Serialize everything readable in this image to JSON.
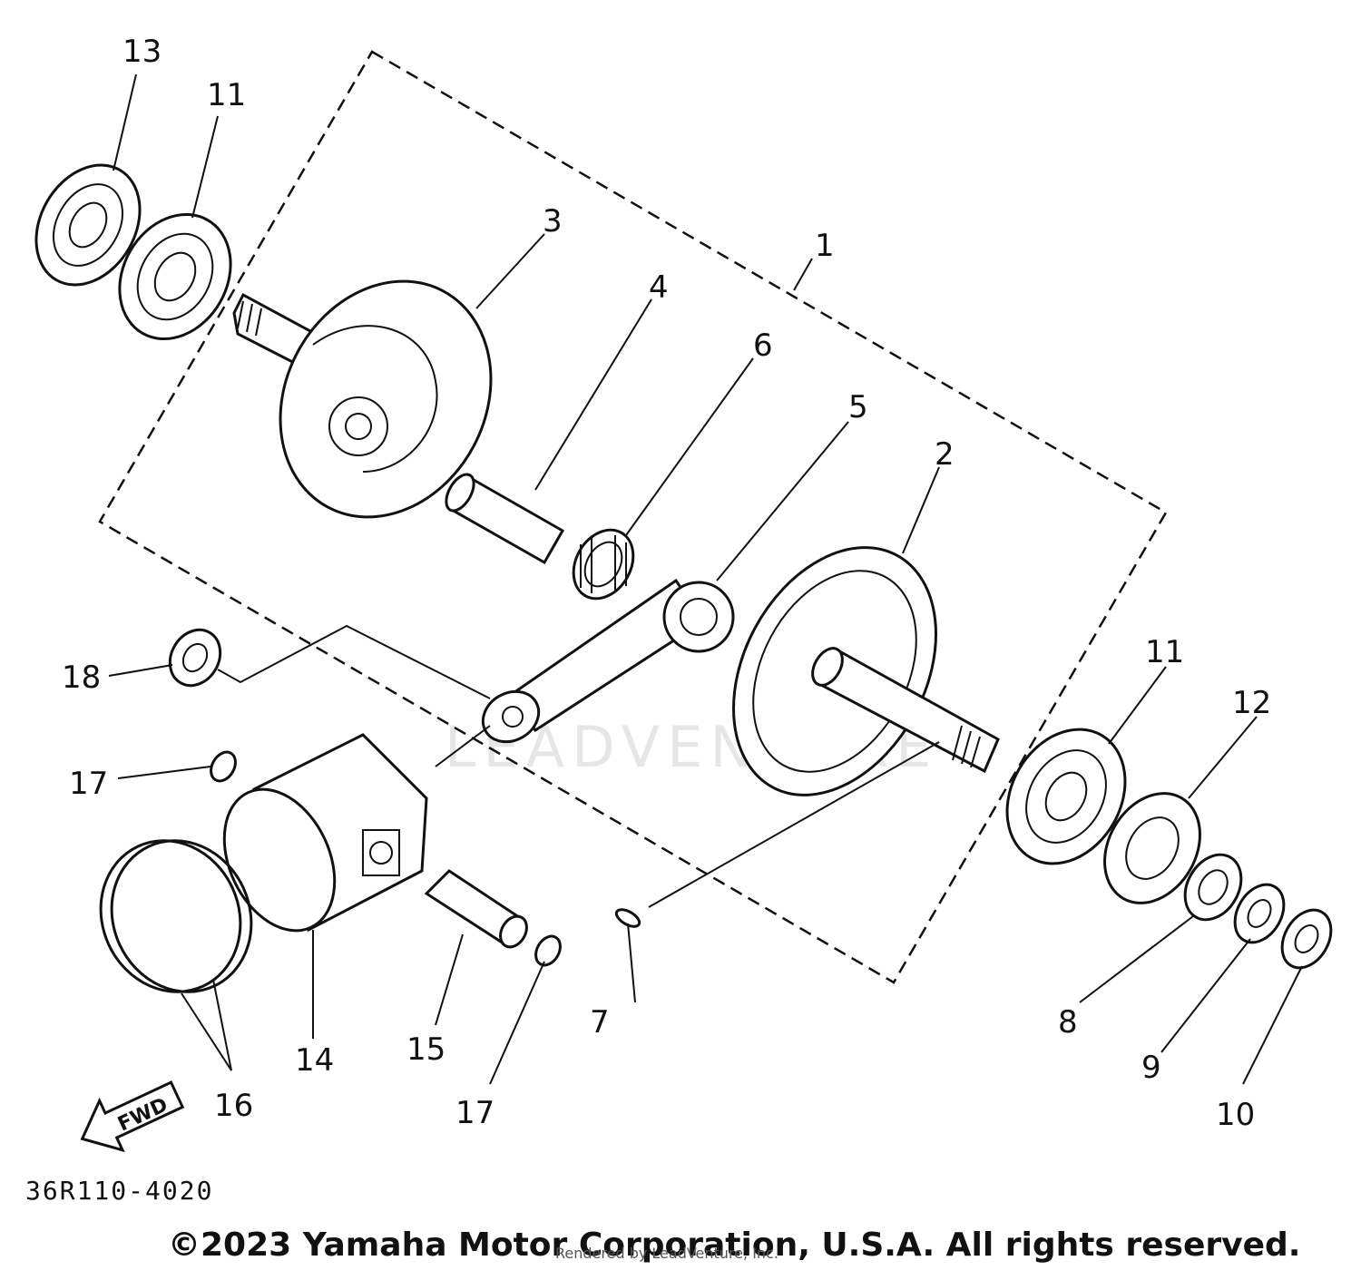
{
  "callouts": {
    "c1": "1",
    "c2": "2",
    "c3": "3",
    "c4": "4",
    "c5": "5",
    "c6": "6",
    "c7": "7",
    "c8": "8",
    "c9": "9",
    "c10": "10",
    "c11a": "11",
    "c11b": "11",
    "c12": "12",
    "c13": "13",
    "c14": "14",
    "c15": "15",
    "c16": "16",
    "c17a": "17",
    "c17b": "17",
    "c18": "18"
  },
  "fwd_label": "FWD",
  "diagram_code": "36R110-4020",
  "watermark": "LEADVENTURE",
  "copyright": "©2023 Yamaha Motor Corporation, U.S.A. All rights reserved.",
  "sub_caption": "Rendered by LeadVenture, Inc."
}
